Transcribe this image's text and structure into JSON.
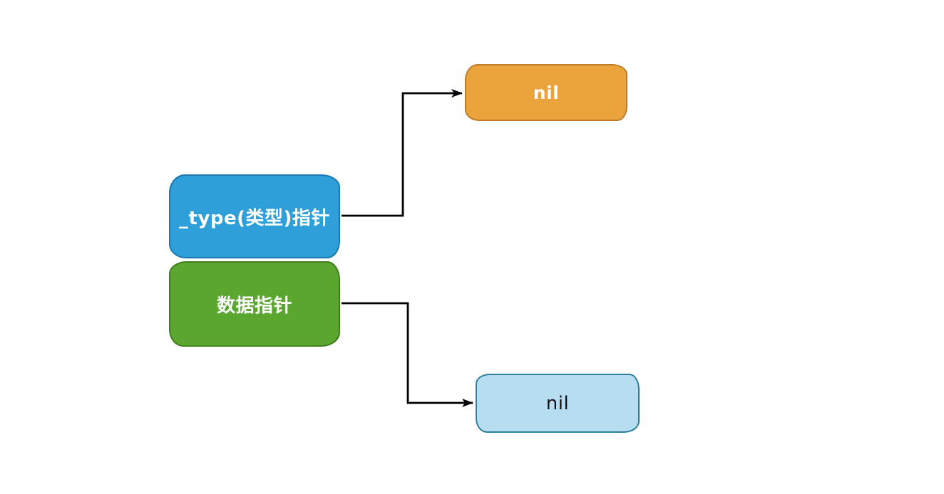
{
  "canvas": {
    "background": "#ffffff"
  },
  "diagram": {
    "nodes": [
      {
        "id": "type-pointer",
        "label": "_type(类型)指针",
        "fill": "#2E9FD9",
        "border": "#1778B4",
        "text_color": "#ffffff"
      },
      {
        "id": "data-pointer",
        "label": "数据指针",
        "fill": "#5BA62F",
        "border": "#3F7D1D",
        "text_color": "#ffffff"
      },
      {
        "id": "type-nil",
        "label": "nil",
        "fill": "#EBA43C",
        "border": "#BF7D2B",
        "text_color": "#ffffff"
      },
      {
        "id": "data-nil",
        "label": "nil",
        "fill": "#B7DEF0",
        "border": "#2E7F9E",
        "text_color": "#111111"
      }
    ],
    "edges": [
      {
        "from": "type-pointer",
        "to": "type-nil",
        "color": "#000000"
      },
      {
        "from": "data-pointer",
        "to": "data-nil",
        "color": "#000000"
      }
    ]
  }
}
